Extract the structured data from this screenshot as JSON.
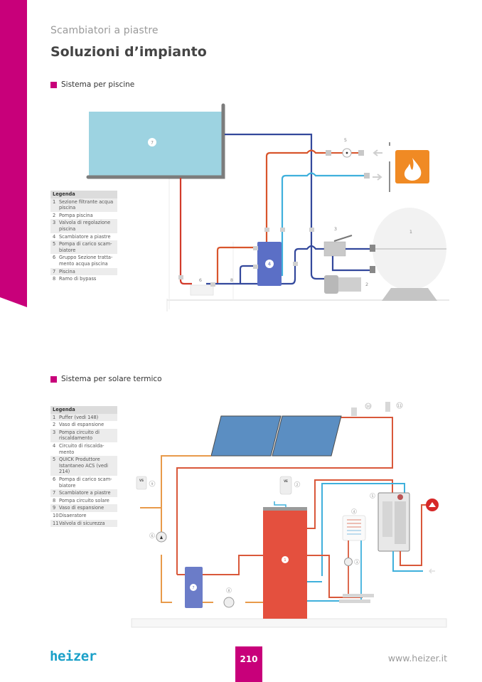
{
  "header": {
    "kicker": "Scambiatori a piastre",
    "title": "Soluzioni d’impianto"
  },
  "brand_color": "#c8007a",
  "sections": [
    {
      "heading": "Sistema per piscine",
      "legend_title": "Legenda",
      "legend": [
        {
          "num": "1",
          "text": "Sezione filtrante acqua piscina"
        },
        {
          "num": "2",
          "text": "Pompa piscina"
        },
        {
          "num": "3",
          "text": "Valvola di regolazione piscina"
        },
        {
          "num": "4",
          "text": "Scambiatore a piastre"
        },
        {
          "num": "5",
          "text": "Pompa di carico scam-biatore"
        },
        {
          "num": "6",
          "text": "Gruppo Sezione tratta-mento acqua piscina"
        },
        {
          "num": "7",
          "text": "Piscina"
        },
        {
          "num": "8",
          "text": "Ramo di bypass"
        }
      ],
      "diagram_labels": [
        "1",
        "2",
        "3",
        "4",
        "5",
        "6",
        "7",
        "8"
      ],
      "heat_source_icon": "flame-icon"
    },
    {
      "heading": "Sistema per solare termico",
      "legend_title": "Legenda",
      "legend": [
        {
          "num": "1",
          "text": "Puffer (vedi 148)"
        },
        {
          "num": "2",
          "text": "Vaso di espansione"
        },
        {
          "num": "3",
          "text": "Pompa circuito di riscaldamento"
        },
        {
          "num": "4",
          "text": "Circuito di riscalda-mento"
        },
        {
          "num": "5",
          "text": "QUICK Produttore Istantaneo ACS (vedi 214)"
        },
        {
          "num": "6",
          "text": "Pompa di carico scam-biatore"
        },
        {
          "num": "7",
          "text": "Scambiatore a piastre"
        },
        {
          "num": "8",
          "text": "Pompa circuito solare"
        },
        {
          "num": "9",
          "text": "Vaso di espansione"
        },
        {
          "num": "10",
          "text": "Disaeratore"
        },
        {
          "num": "11",
          "text": "Valvola di sicurezza"
        }
      ],
      "diagram_labels": [
        "1",
        "2",
        "3",
        "4",
        "5",
        "6",
        "7",
        "8",
        "9",
        "10",
        "11"
      ],
      "vessel_labels": [
        "VE",
        "VS"
      ]
    }
  ],
  "footer": {
    "logo": "heizer",
    "page_number": "210",
    "url": "www.heizer.it"
  }
}
